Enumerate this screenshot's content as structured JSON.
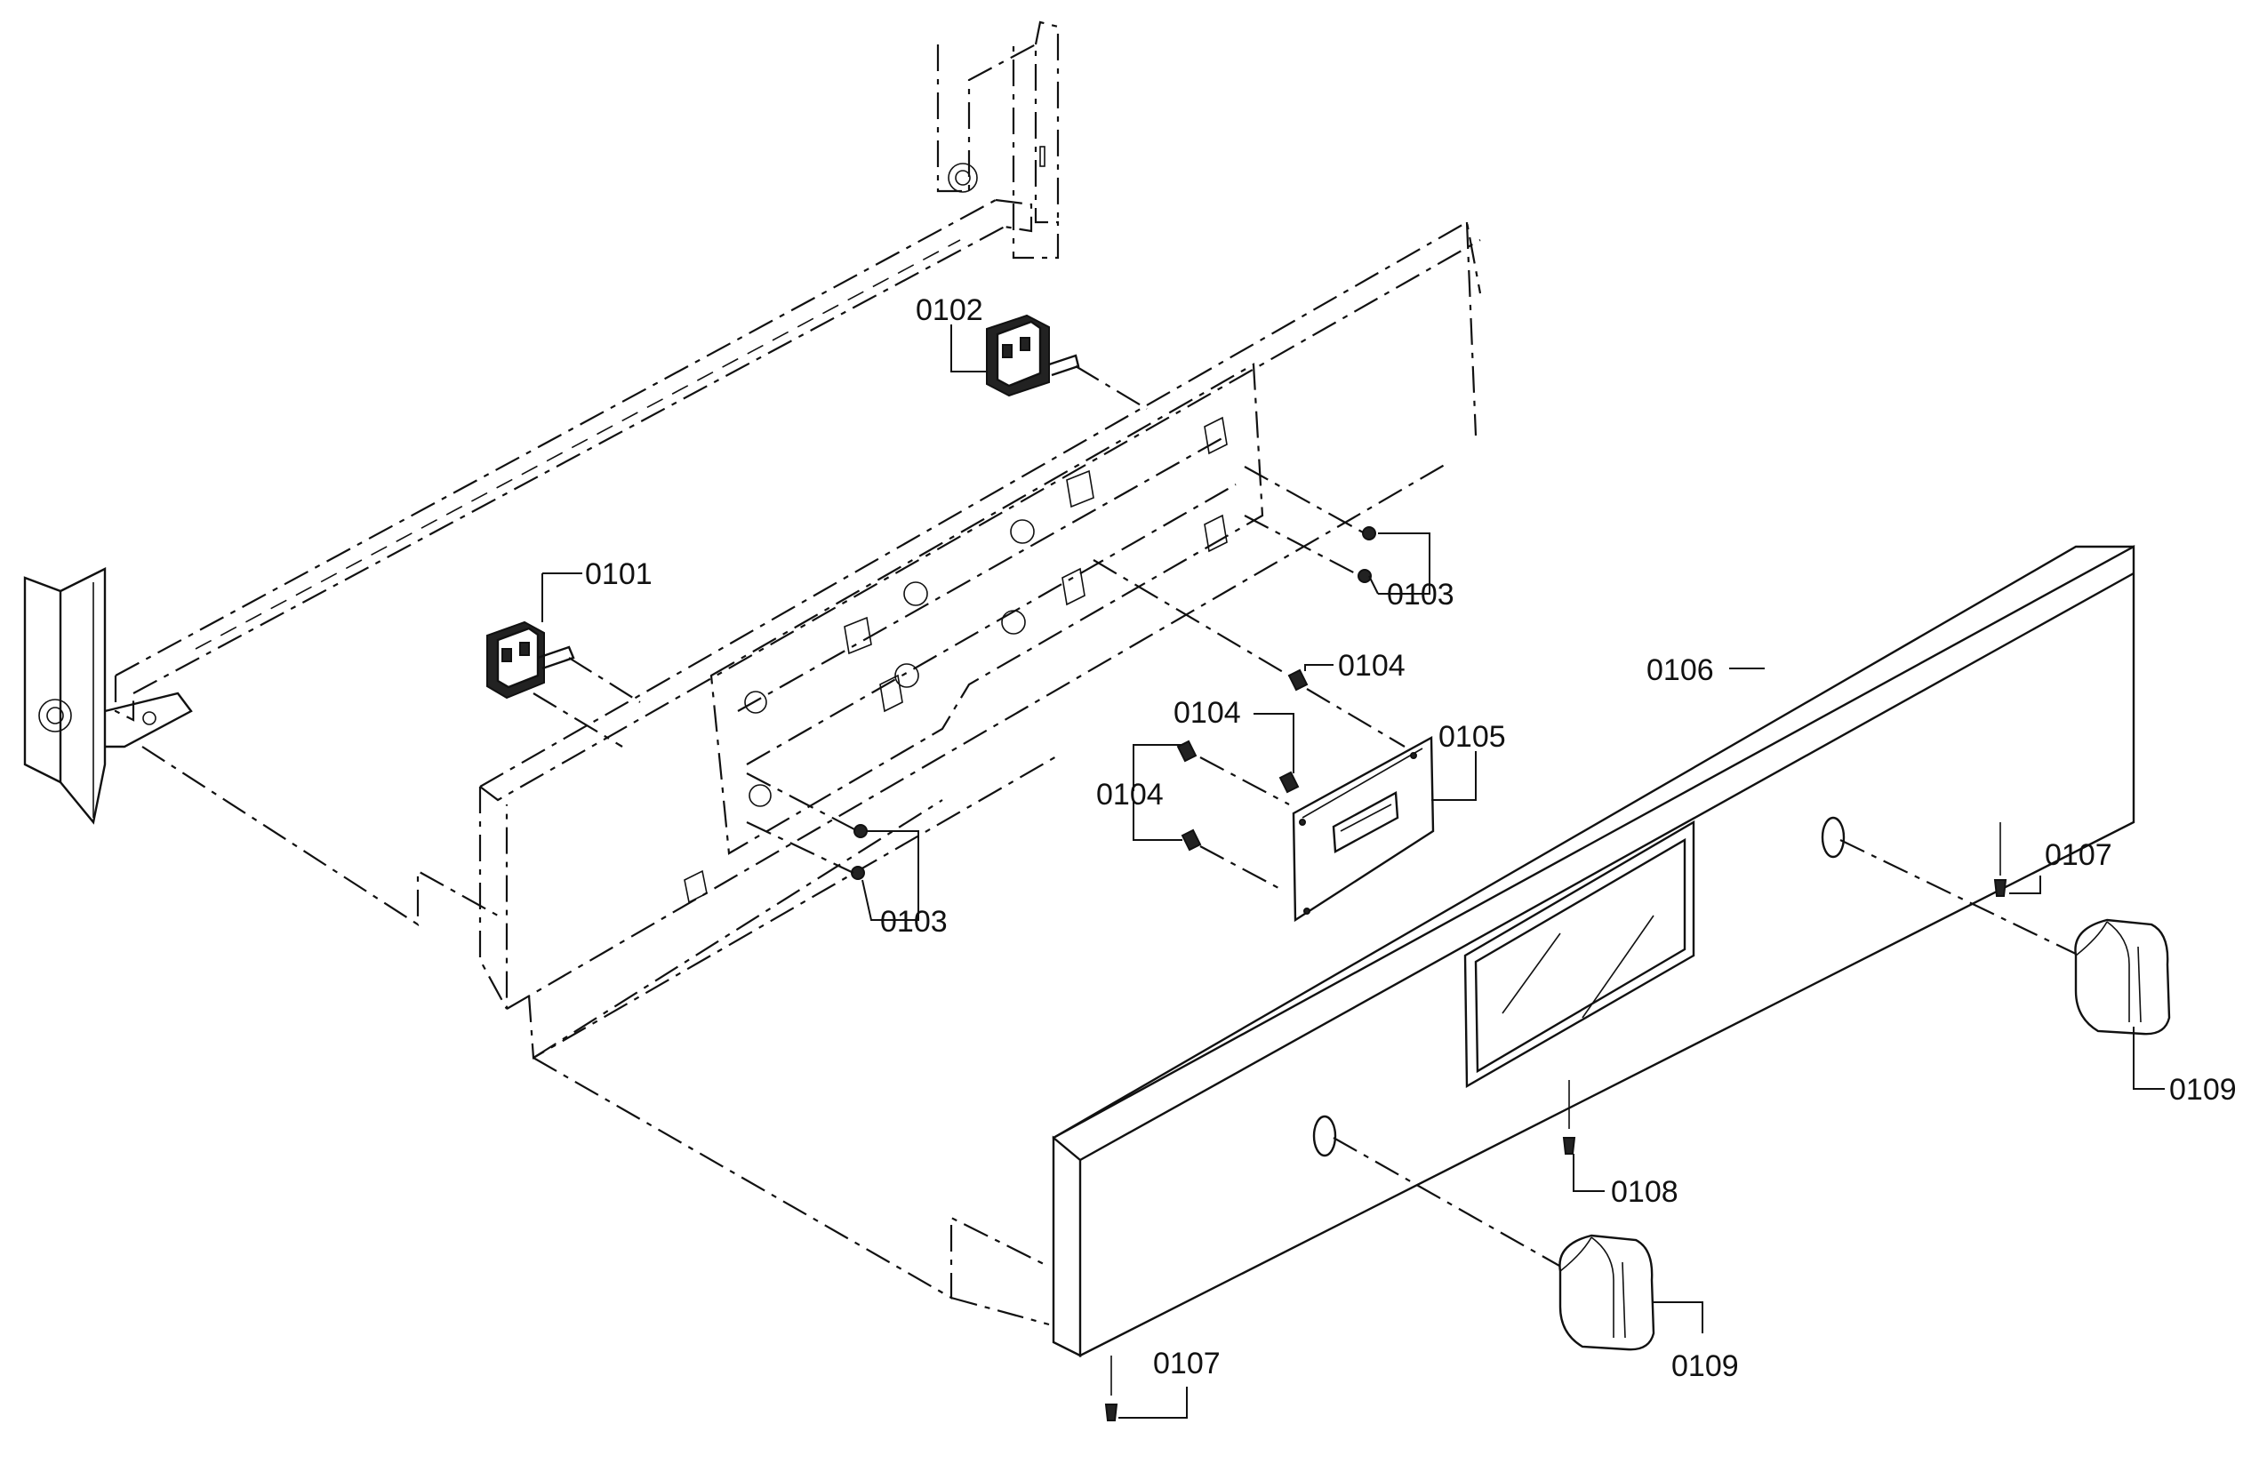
{
  "diagram": {
    "labels": {
      "p0101": "0101",
      "p0102": "0102",
      "p0103_a": "0103",
      "p0103_b": "0103",
      "p0104_a": "0104",
      "p0104_b": "0104",
      "p0104_c": "0104",
      "p0105": "0105",
      "p0106": "0106",
      "p0107_a": "0107",
      "p0107_b": "0107",
      "p0108": "0108",
      "p0109_a": "0109",
      "p0109_b": "0109"
    }
  }
}
